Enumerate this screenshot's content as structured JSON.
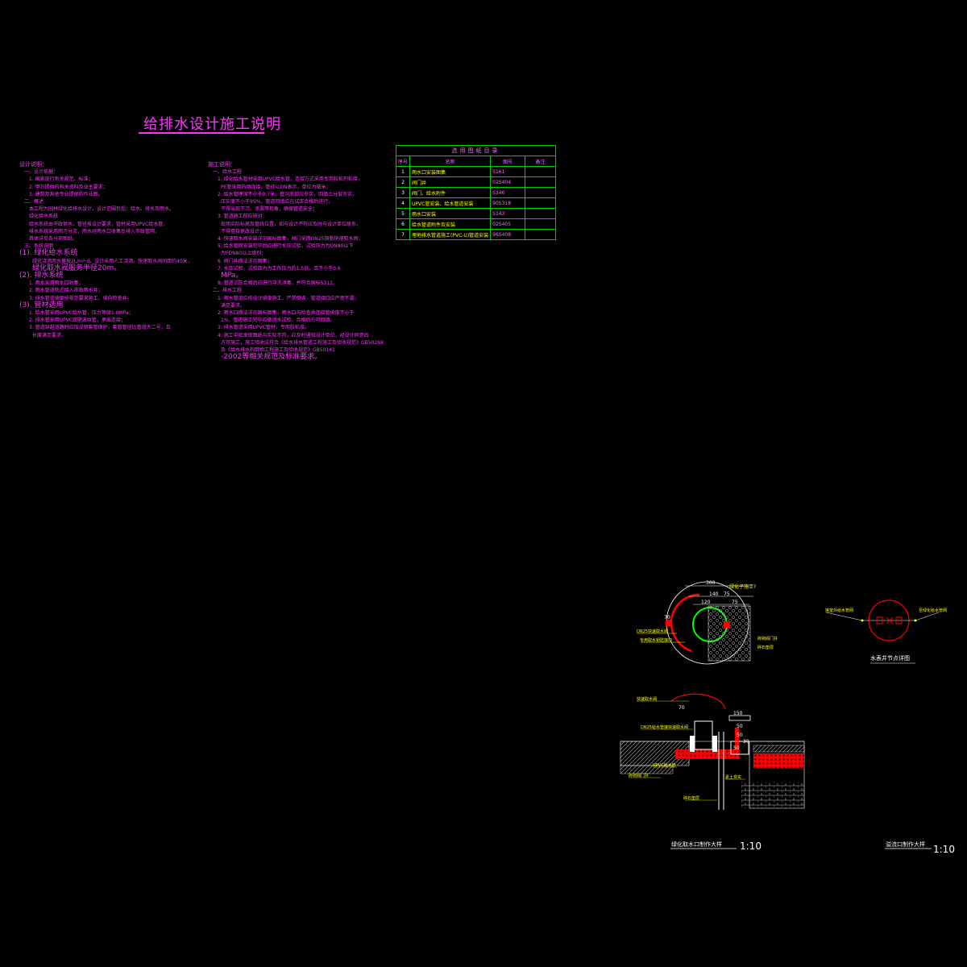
{
  "title": "给排水设计施工说明",
  "left_column": {
    "lines": [
      {
        "t": "设计说明：",
        "c": "h"
      },
      {
        "t": "一、设计依据：",
        "c": "ind1"
      },
      {
        "t": "1. 国家现行有关规范、标准；",
        "c": "ind2"
      },
      {
        "t": "2. 甲方提供的有关资料及业主要求；",
        "c": "ind2"
      },
      {
        "t": "3. 建筑及其他专业提供的作业图。",
        "c": "ind2"
      },
      {
        "t": "二、概述",
        "c": "ind1"
      },
      {
        "t": "本工程为园林绿化给排水设计，设计范围包括：给水、排水及雨水。",
        "c": "ind2"
      },
      {
        "t": "绿化给水系统",
        "c": "ind2"
      },
      {
        "t": "给水系统由市政供水，管径按设计要求，管材采用UPVC给水管，",
        "c": "ind2"
      },
      {
        "t": "排水系统采用雨污分流，雨水经雨水口收集后排入市政管网，",
        "c": "ind2"
      },
      {
        "t": "具体详见各分项图纸。",
        "c": "ind2"
      },
      {
        "t": "三、系统说明",
        "c": "ind1"
      },
      {
        "t": "(1). 绿化给水系统",
        "c": "big"
      },
      {
        "t": "绿化浇洒用水量按2L/m²·d，设计采用人工浇洒，快速取水阀间距约40米，",
        "c": "ind3"
      },
      {
        "t": "绿化取水阀服务半径20m。",
        "c": "ind3 big"
      },
      {
        "t": "(2). 排水系统",
        "c": "big"
      },
      {
        "t": "1. 雨水采用雨水口收集；",
        "c": "ind2"
      },
      {
        "t": "2. 雨水管道就近接入市政雨水井；",
        "c": "ind2"
      },
      {
        "t": "3. 排水管道坡度按规范要求施工，坡向检查井。",
        "c": "ind2"
      },
      {
        "t": "(3). 管材选用",
        "c": "big"
      },
      {
        "t": "1. 给水管采用UPVC给水管，压力等级1.0MPa；",
        "c": "ind2"
      },
      {
        "t": "2. 排水管采用UPVC双壁波纹管，承插连接；",
        "c": "ind2"
      },
      {
        "t": "3. 管道穿越道路时应加设钢套管保护，套管管径比管道大二号，且",
        "c": "ind2"
      },
      {
        "t": "长度满足要求。",
        "c": "ind3"
      }
    ]
  },
  "right_column": {
    "lines": [
      {
        "t": "施工说明：",
        "c": "h"
      },
      {
        "t": "一、给水工程",
        "c": "ind1"
      },
      {
        "t": "1. 绿化给水管材采用UPVC给水管，连接方式采用专用胶粘剂粘接，",
        "c": "ind2"
      },
      {
        "t": "PE管采用热熔连接，管径以DN表示，单位为毫米；",
        "c": "ind3"
      },
      {
        "t": "2. 给水管埋深不小于0.7米，管沟底部应夯实，回填土分层夯实，",
        "c": "ind2"
      },
      {
        "t": "压实度不小于95%，管道回填应在试压合格后进行，",
        "c": "ind3"
      },
      {
        "t": "不得出现下沉、渗漏等现象，确保管道安全；",
        "c": "ind3"
      },
      {
        "t": "3. 管道施工前应核对",
        "c": "ind2"
      },
      {
        "t": "现场实际标高及管线位置，如与设计不符应及时与设计单位联系，",
        "c": "ind3"
      },
      {
        "t": "不得擅自更改设计；",
        "c": "ind3"
      },
      {
        "t": "4. 快速取水阀安装详见国标图集，阀门采用DN25铜质快速取水阀；",
        "c": "ind2"
      },
      {
        "t": "5. 给水管网安装完毕后应进行水压试验，试验压力为DN80以下",
        "c": "ind2"
      },
      {
        "t": "为FDN80以上级别；",
        "c": "ind3"
      },
      {
        "t": "6. 阀门井做法详见图集；",
        "c": "ind2"
      },
      {
        "t": "7. 水压试验，试验压力为工作压力的1.5倍，且不小于0.6",
        "c": "ind2"
      },
      {
        "t": "MPa。",
        "c": "ind3 big"
      },
      {
        "t": "8. 管道试压合格后应进行冲洗消毒，并符合国标S312。",
        "c": "ind2"
      },
      {
        "t": "二、排水工程",
        "c": "ind1"
      },
      {
        "t": "1. 雨水管道应按设计坡度施工，严禁倒坡，管道接口应严密不漏，",
        "c": "ind2"
      },
      {
        "t": "满足要求。",
        "c": "ind3"
      },
      {
        "t": "2. 雨水口做法详见国标图集，雨水口与检查井连接管坡度不小于",
        "c": "ind2"
      },
      {
        "t": "1%，管道施工完毕应做闭水试验，合格后方可回填。",
        "c": "ind3"
      },
      {
        "t": "3. 排水管道采用UPVC管材，专用胶粘接。",
        "c": "ind2"
      },
      {
        "t": "4. 施工中如发现图纸与实际不符，应及时通知设计单位，经设计同意后",
        "c": "ind2"
      },
      {
        "t": "方可施工，施工验收应符合《给水排水管道工程施工及验收规范》GB50268",
        "c": "ind3"
      },
      {
        "t": "及《给水排水构筑物工程施工及验收规范》GB50141",
        "c": "ind3"
      },
      {
        "t": "-2002等相关规范及标准要求。",
        "c": "ind3 big"
      }
    ]
  },
  "reference_table": {
    "caption": "选用图纸目录",
    "headers": [
      "序号",
      "名称",
      "图号",
      "备注"
    ],
    "rows": [
      {
        "no": "1",
        "name": "雨水口安装图集",
        "code": "S161",
        "remark": ""
      },
      {
        "no": "2",
        "name": "阀门井",
        "code": "02S404",
        "remark": ""
      },
      {
        "no": "3",
        "name": "阀门、给水附件",
        "code": "S346",
        "remark": ""
      },
      {
        "no": "4",
        "name": "UPVC管安装、给水管道安装",
        "code": "90S318",
        "remark": ""
      },
      {
        "no": "5",
        "name": "雨水口安装",
        "code": "S143",
        "remark": ""
      },
      {
        "no": "6",
        "name": "给水管道附件及安装",
        "code": "02S405",
        "remark": ""
      },
      {
        "no": "7",
        "name": "埋地排水管道施工(PVC-U)管道安装",
        "code": "96S408",
        "remark": ""
      }
    ]
  },
  "detail1": {
    "dims": [
      "300",
      "绿化子施工?",
      "140",
      "75",
      "120",
      "75",
      "70"
    ],
    "labels": [
      "DN25快速取水阀",
      "专用取水钥匙接口",
      "砖砌阀门井",
      "碎石垫层",
      "70"
    ]
  },
  "detail2": {
    "caption": "水表井节点详图",
    "left_label": "接室外给水管网",
    "right_label": "至绿化给水管网"
  },
  "detail3": {
    "dims": [
      "70",
      "150",
      "50",
      "50",
      "30",
      "50"
    ],
    "labels": [
      "快速取水阀",
      "DN25给水管接快速取水阀",
      "UPVC给水管",
      "砖砌阀门井",
      "碎石垫层",
      "素土夯实"
    ],
    "caption": "绿化取水口制作大样",
    "scale": "1:10"
  },
  "detail4": {
    "caption": "溢流口制作大样",
    "scale": "1:10"
  },
  "colors": {
    "magenta": "#ff33ff",
    "yellow": "#ffff00",
    "green": "#00cc00",
    "red": "#ff0000",
    "white": "#ffffff",
    "background": "#000000"
  }
}
